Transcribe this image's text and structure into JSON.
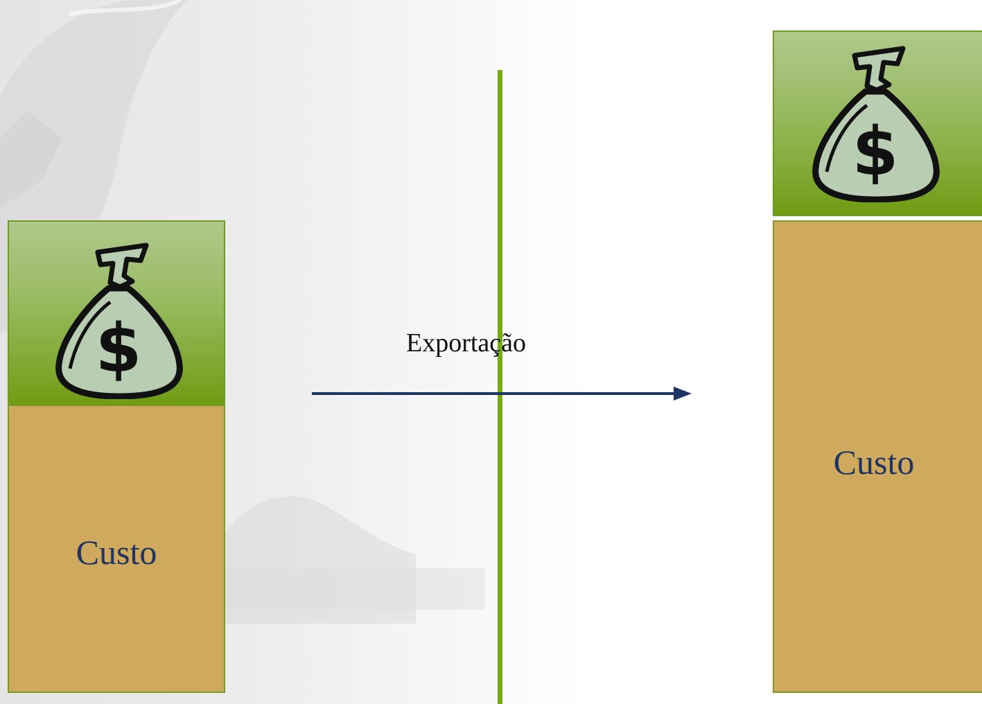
{
  "diagram": {
    "left_stack": {
      "money_icon": "money-bag-icon",
      "cost_label": "Custo"
    },
    "right_stack": {
      "money_icon": "money-bag-icon",
      "cost_label": "Custo"
    },
    "center": {
      "label": "Exportação",
      "arrow_direction": "right"
    },
    "colors": {
      "money_block": "#86ad3e",
      "cost_block": "#cfa95d",
      "cost_text": "#1e3462",
      "border_line": "#7aab12",
      "arrow": "#1e3462"
    }
  }
}
